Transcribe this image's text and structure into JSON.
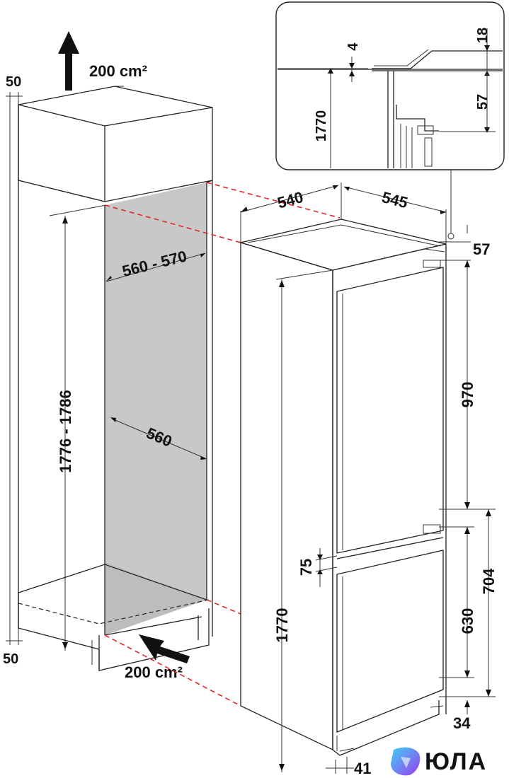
{
  "labels": {
    "vent_top": "200 cm²",
    "vent_bottom": "200 cm²",
    "gap_top": "50",
    "gap_bottom": "50",
    "niche_width_range": "560 - 570",
    "niche_depth": "560",
    "niche_height_range": "1776 - 1786",
    "appliance_depth": "540",
    "appliance_width": "545",
    "top_offset": "57",
    "upper_door": "970",
    "door_gap": "75",
    "lower_door": "630",
    "lower_section": "704",
    "base_offset": "34",
    "appliance_height": "1770",
    "plinth": "41",
    "detail_18": "18",
    "detail_4": "4",
    "detail_57": "57",
    "detail_1770": "1770"
  },
  "brand": {
    "name": "ЮЛА"
  },
  "colors": {
    "niche_fill": "#c8c8c8",
    "guide_lines": "#e5262c",
    "brand_gradient_start": "#3fd0f5",
    "brand_gradient_end": "#9b3cf0"
  },
  "icons": {
    "airflow_up": "arrow-up-icon",
    "airflow_in": "arrow-diagonal-icon",
    "brand_logo": "yula-logo-icon"
  }
}
